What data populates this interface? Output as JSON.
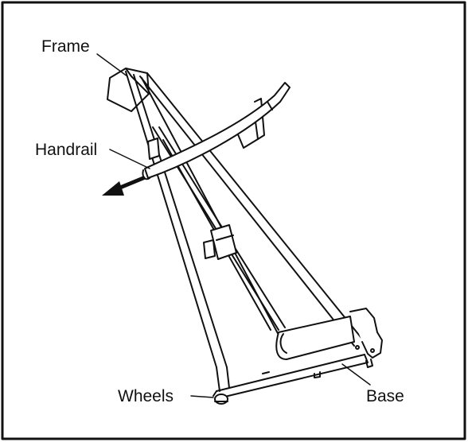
{
  "labels": {
    "frame": "Frame",
    "handrail": "Handrail",
    "wheels": "Wheels",
    "base": "Base"
  },
  "colors": {
    "ink": "#111111",
    "background": "#ffffff"
  }
}
